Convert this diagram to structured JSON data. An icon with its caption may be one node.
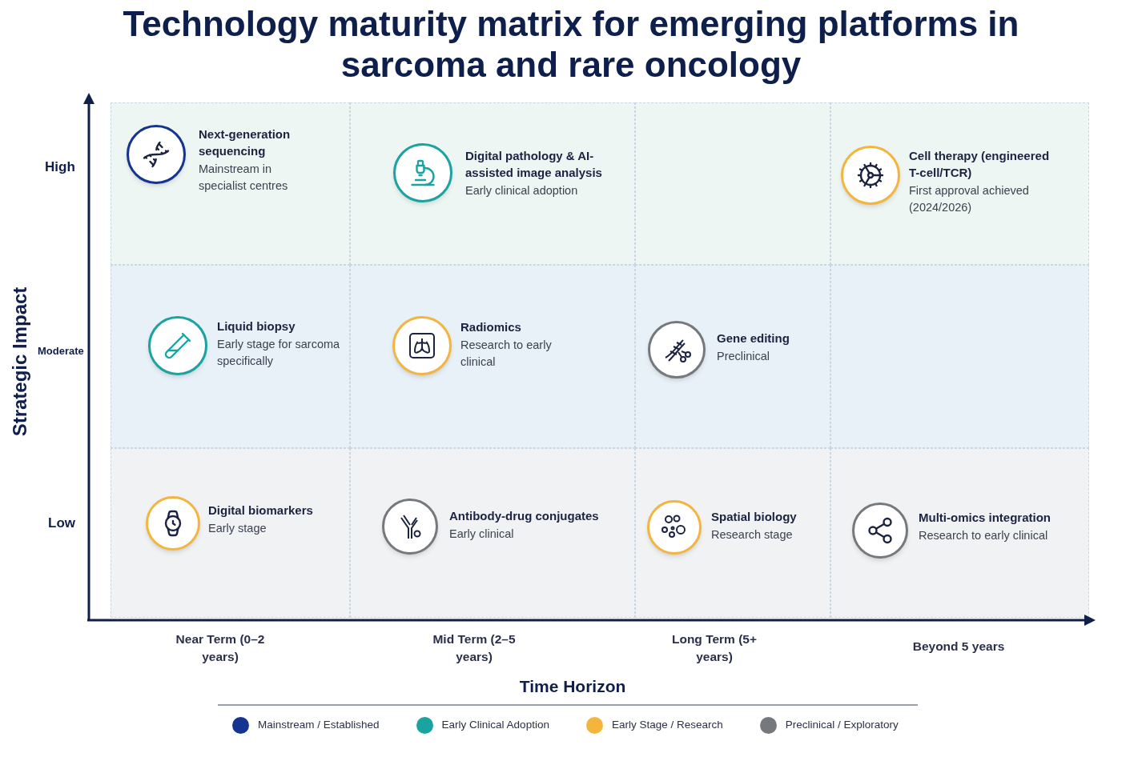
{
  "diagram": {
    "title": "Technology maturity matrix for emerging platforms in sarcoma and rare oncology",
    "nodes": [
      {
        "text": [
          "Next-generation sequencing",
          "Mainstream in specialist centres"
        ]
      },
      {
        "text": [
          "Digital pathology & AI-assisted image analysis",
          "Early clinical adoption"
        ]
      },
      {
        "text": [
          "Cell therapy (engineered T-cell/TCR)",
          "First approval achieved (2024/2026)"
        ]
      },
      {
        "text": [
          "Liquid biopsy",
          "Early stage for sarcoma specifically"
        ]
      },
      {
        "text": [
          "Radiomics",
          "Research to early clinical"
        ]
      },
      {
        "text": [
          "Gene editing",
          "Preclinical"
        ]
      },
      {
        "text": [
          "Digital biomarkers",
          "Early stage"
        ]
      },
      {
        "text": [
          "Antibody-drug conjugates",
          "Early clinical"
        ]
      },
      {
        "text": [
          "Spatial biology",
          "Research stage"
        ]
      },
      {
        "text": [
          "Multi-omics integration",
          "Research to early clinical"
        ]
      }
    ],
    "labels": [
      "Strategic Impact",
      "High",
      "Moderate",
      "Low",
      "Near Term (0–2 years)",
      "Mid Term (2–5 years)",
      "Long Term (5+ years)",
      "Beyond 5 years",
      "Time Horizon"
    ],
    "legend": [
      {
        "text": "Mainstream / Established",
        "color": "#14348f"
      },
      {
        "text": "Early Clinical Adoption",
        "color": "#1aa3a0"
      },
      {
        "text": "Early Stage / Research",
        "color": "#f4b53f"
      },
      {
        "text": "Preclinical / Exploratory",
        "color": "#75787d"
      }
    ]
  }
}
